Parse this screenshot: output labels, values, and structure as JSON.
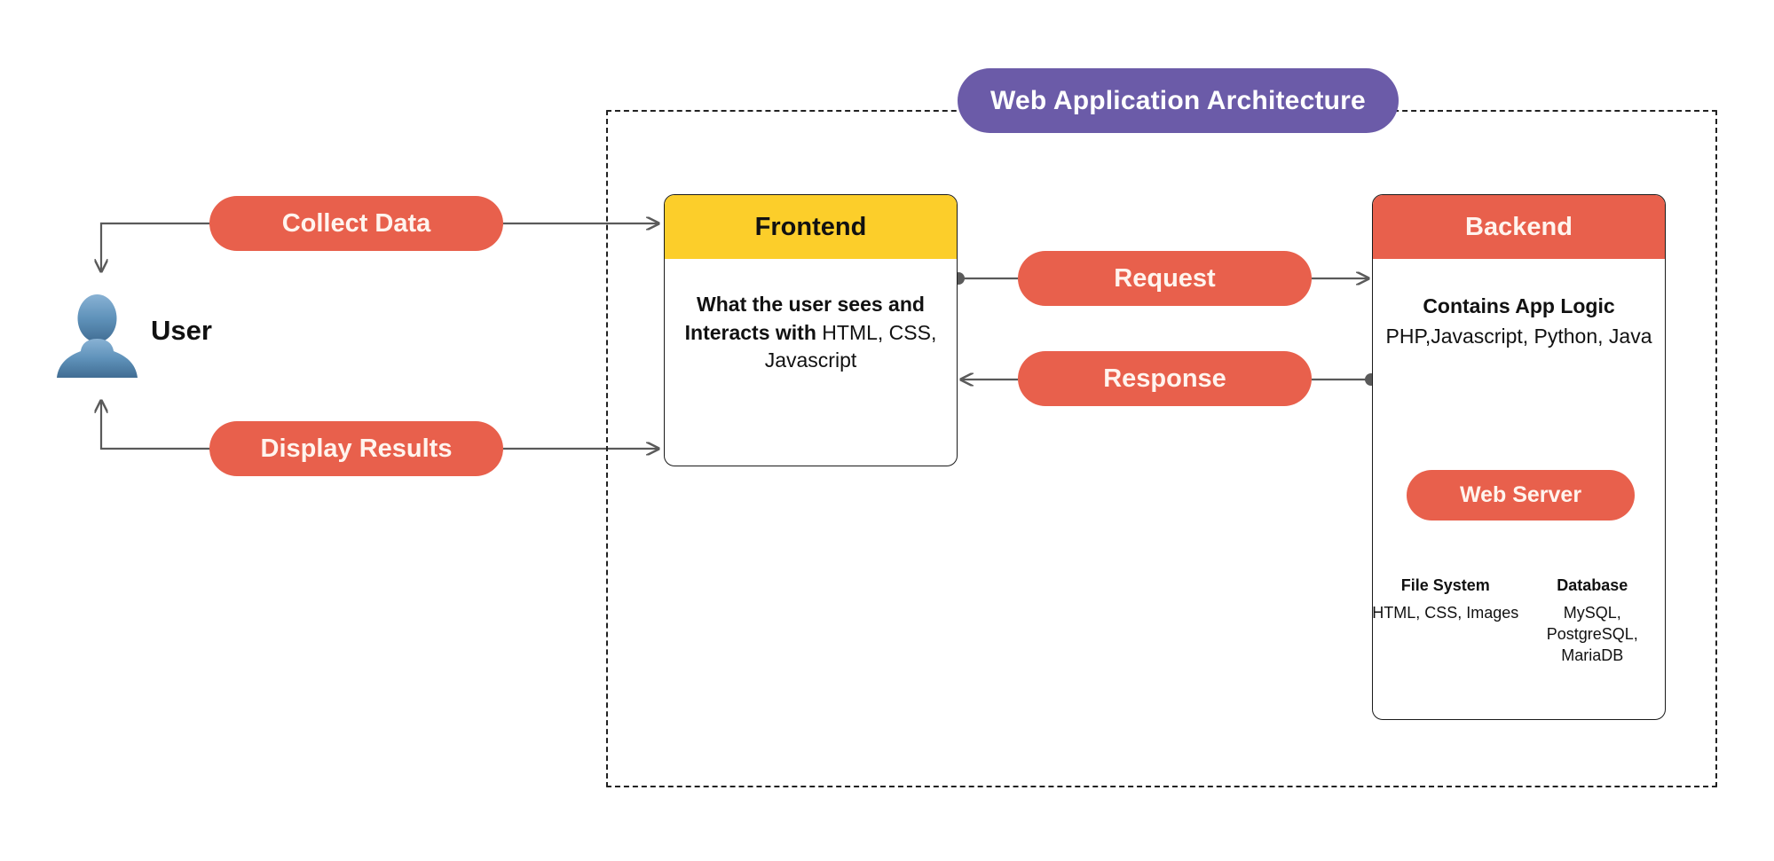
{
  "diagram": {
    "title": "Web Application Architecture",
    "boundary_label": "web-application-boundary"
  },
  "colors": {
    "accent_purple": "#6B5BA8",
    "accent_coral": "#E8604C",
    "accent_yellow": "#FCCE2A",
    "line_gray": "#5a5a5a",
    "text_dark": "#111111",
    "text_light": "#FFF4EE",
    "avatar_top": "#7BA7CC",
    "avatar_bottom": "#45789F"
  },
  "user": {
    "label": "User",
    "icon": "user-avatar-icon"
  },
  "flows": {
    "collect_data": "Collect Data",
    "display_results": "Display Results",
    "request": "Request",
    "response": "Response"
  },
  "frontend": {
    "header": "Frontend",
    "body_strong": "What the user sees and Interacts with",
    "body_normal": " HTML, CSS, Javascript"
  },
  "backend": {
    "header": "Backend",
    "body_strong": "Contains App Logic",
    "body_normal": "PHP,Javascript, Python, Java",
    "web_server": "Web Server",
    "columns": [
      {
        "title": "File System",
        "text": "HTML, CSS, Images"
      },
      {
        "title": "Database",
        "text": "MySQL, PostgreSQL, MariaDB"
      }
    ]
  }
}
